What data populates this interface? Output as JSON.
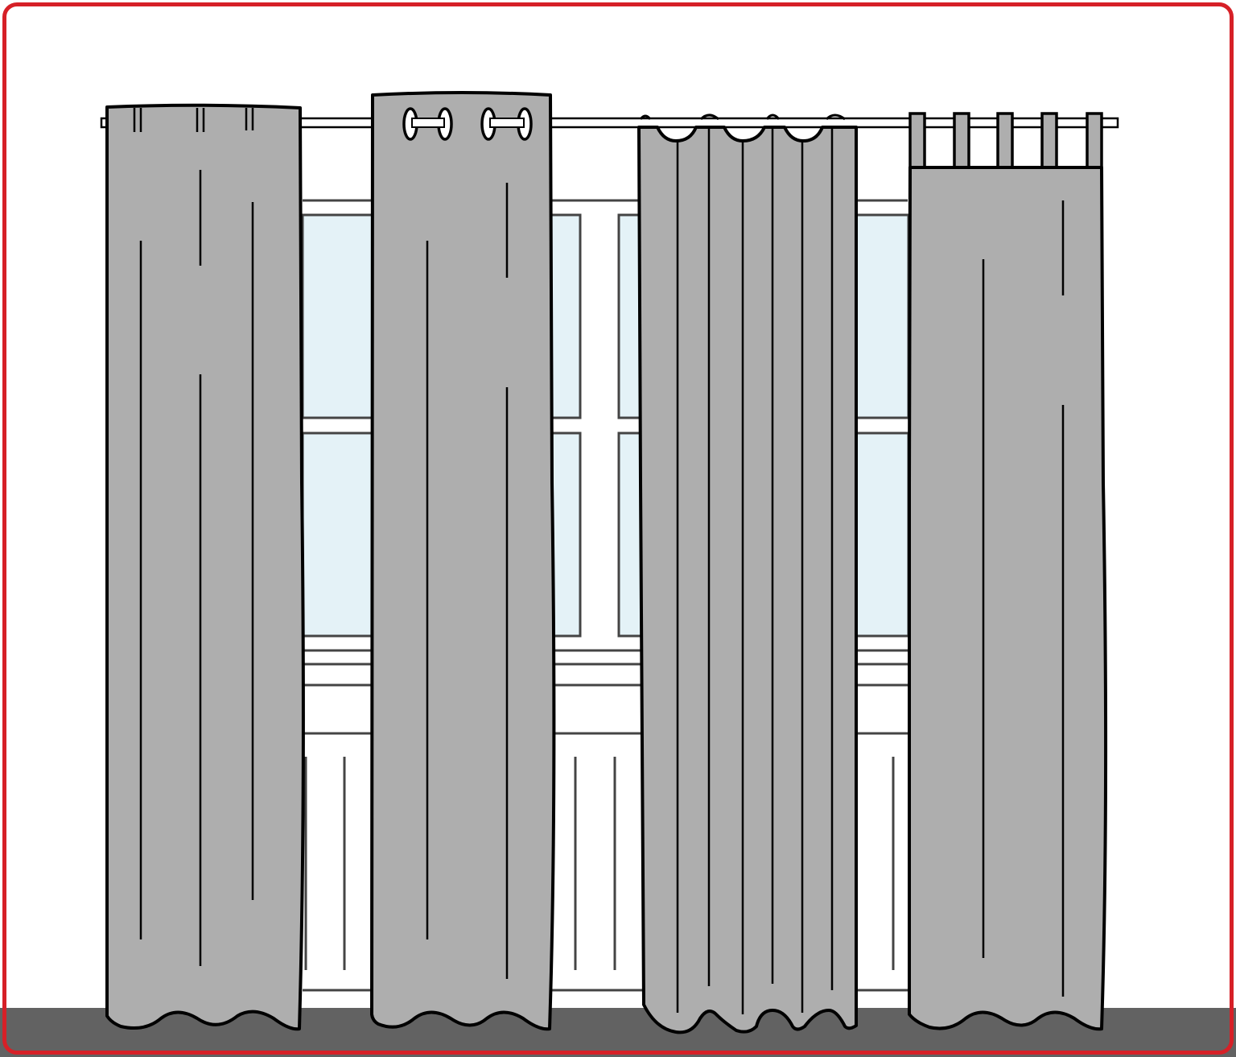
{
  "illustration": {
    "subject": "four-curtain-heading-styles",
    "colors": {
      "frame": "#d62027",
      "fabric": "#aeaeae",
      "outline": "#000000",
      "glass": "#e4f2f7",
      "wall": "#ffffff",
      "floor": "#626262",
      "window_frame": "#444444"
    },
    "curtains": [
      {
        "style": "pencil-pleat"
      },
      {
        "style": "eyelet"
      },
      {
        "style": "wave"
      },
      {
        "style": "tab-top"
      }
    ]
  }
}
